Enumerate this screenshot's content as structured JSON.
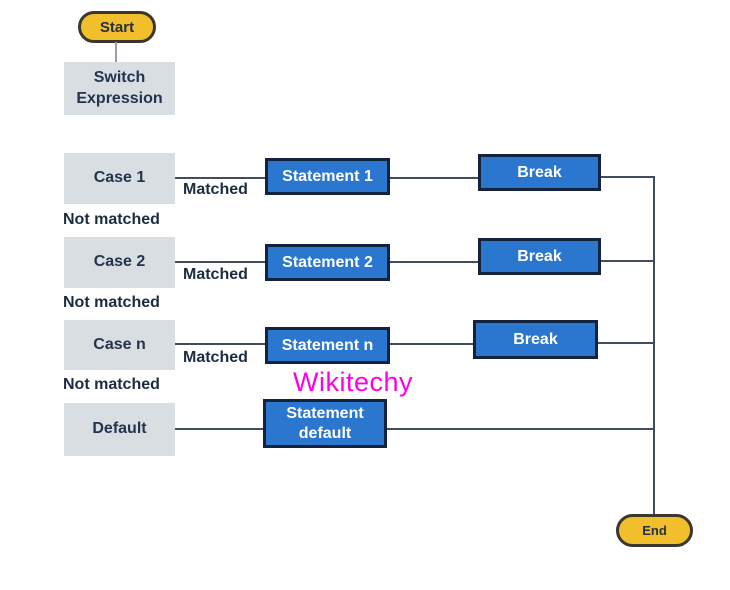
{
  "nodes": {
    "start": {
      "label": "Start"
    },
    "switch_expression": {
      "label": "Switch Expression"
    },
    "end": {
      "label": "End"
    }
  },
  "rows": [
    {
      "case_label": "Case 1",
      "matched_label": "Matched",
      "not_matched_label": "Not matched",
      "statement_label": "Statement 1",
      "break_label": "Break"
    },
    {
      "case_label": "Case 2",
      "matched_label": "Matched",
      "not_matched_label": "Not matched",
      "statement_label": "Statement 2",
      "break_label": "Break"
    },
    {
      "case_label": "Case n",
      "matched_label": "Matched",
      "not_matched_label": "Not matched",
      "statement_label": "Statement n",
      "break_label": "Break"
    },
    {
      "case_label": "Default",
      "statement_label": "Statement default"
    }
  ],
  "watermark": {
    "text": "Wikitechy",
    "color": "#ff00e6"
  },
  "colors": {
    "terminal_fill": "#f0bf2b",
    "terminal_border": "#3b372c",
    "process_fill": "#d9dee2",
    "statement_fill": "#2b76cf",
    "statement_border": "#12233b",
    "dark_text": "#1e2f44",
    "connector": "#414d5f",
    "watermark": "#ff00e6"
  }
}
